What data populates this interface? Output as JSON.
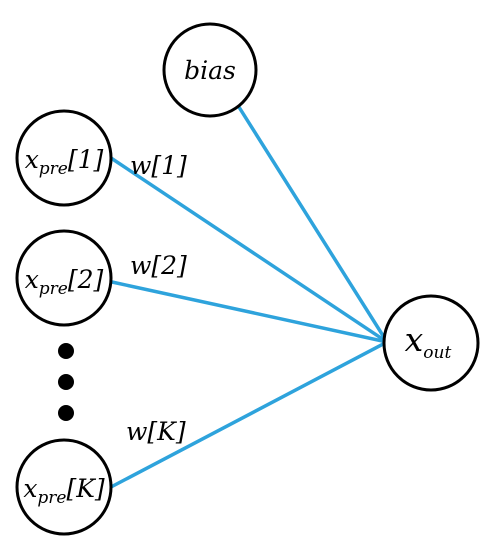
{
  "nodes": {
    "bias": {
      "main": "bias"
    },
    "input_1": {
      "main": "x",
      "sub": "pre",
      "suffix": "[1]"
    },
    "input_2": {
      "main": "x",
      "sub": "pre",
      "suffix": "[2]"
    },
    "input_k": {
      "main": "x",
      "sub": "pre",
      "suffix": "[K]"
    },
    "output": {
      "main": "x",
      "sub": "out"
    }
  },
  "weights": {
    "w1": "w[1]",
    "w2": "w[2]",
    "wk": "w[K]"
  },
  "colors": {
    "edge": "#2ea3dc",
    "node_stroke": "#000000",
    "node_fill": "#ffffff"
  }
}
